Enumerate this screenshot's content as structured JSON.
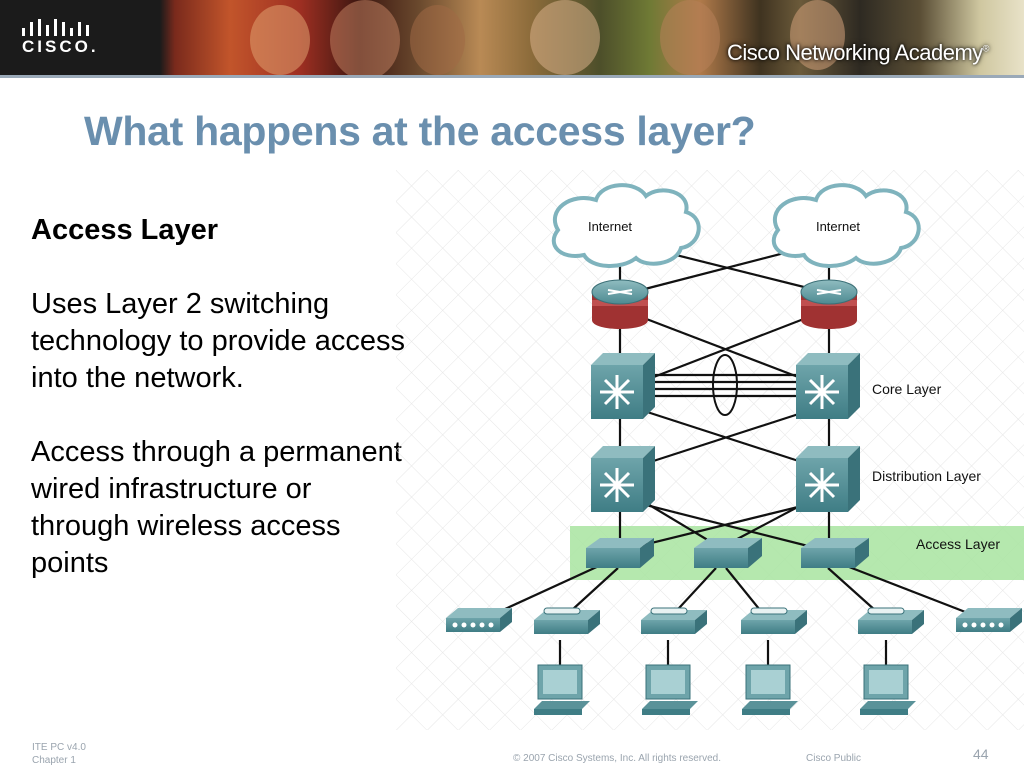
{
  "header": {
    "logo_text": "CISCO.",
    "academy_text": "Cisco Networking Academy",
    "trademark": "®"
  },
  "slide": {
    "title": "What happens at the access layer?",
    "heading": "Access Layer",
    "paragraphs": [
      "Uses Layer 2 switching technology to provide access into the network.",
      "Access through a permanent wired infrastructure or through wireless access points"
    ]
  },
  "diagram": {
    "internet_labels": [
      "Internet",
      "Internet"
    ],
    "layer_labels": {
      "core": "Core Layer",
      "distribution": "Distribution Layer",
      "access": "Access Layer"
    },
    "colors": {
      "access_band": "#a8e4a0",
      "device_teal": "#4f8f97",
      "router_red": "#a03232"
    }
  },
  "footer": {
    "course": "ITE PC v4.0",
    "chapter": "Chapter 1",
    "copyright": "© 2007 Cisco Systems, Inc. All rights reserved.",
    "classification": "Cisco Public",
    "page_number": "44"
  }
}
